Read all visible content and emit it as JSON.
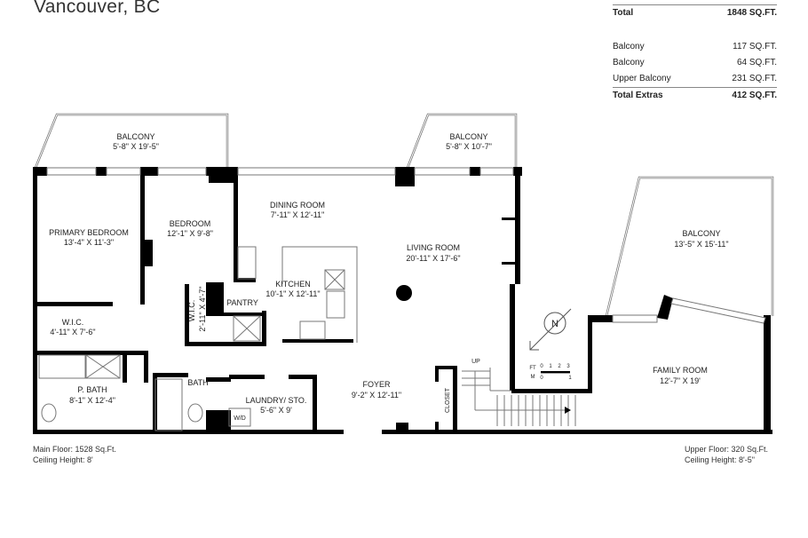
{
  "header": {
    "title": "Vancouver, BC"
  },
  "summary": {
    "total": {
      "label": "Total",
      "value": "1848 SQ.FT."
    },
    "extras": [
      {
        "label": "Balcony",
        "value": "117 SQ.FT."
      },
      {
        "label": "Balcony",
        "value": "64 SQ.FT."
      },
      {
        "label": "Upper Balcony",
        "value": "231 SQ.FT."
      }
    ],
    "total_extras": {
      "label": "Total Extras",
      "value": "412 SQ.FT."
    }
  },
  "rooms": {
    "balcony_left": {
      "name": "BALCONY",
      "dims": "5'-8\" X 19'-5\""
    },
    "balcony_mid": {
      "name": "BALCONY",
      "dims": "5'-8\" X 10'-7\""
    },
    "balcony_upper": {
      "name": "BALCONY",
      "dims": "13'-5\" X 15'-11\""
    },
    "primary_bedroom": {
      "name": "PRIMARY BEDROOM",
      "dims": "13'-4\" X 11'-3\""
    },
    "bedroom": {
      "name": "BEDROOM",
      "dims": "12'-1\" X 9'-8\""
    },
    "dining_room": {
      "name": "DINING ROOM",
      "dims": "7'-11\" X 12'-11\""
    },
    "living_room": {
      "name": "LIVING ROOM",
      "dims": "20'-11\" X 17'-6\""
    },
    "kitchen": {
      "name": "KITCHEN",
      "dims": "10'-1\" X 12'-11\""
    },
    "pantry": {
      "name": "PANTRY"
    },
    "wic_primary": {
      "name": "W.I.C.",
      "dims": "4'-11\" X 7'-6\""
    },
    "wic_bedroom": {
      "name": "W.I.C.",
      "dims": "2'-11\" X 4'-7\""
    },
    "p_bath": {
      "name": "P. BATH",
      "dims": "8'-1\" X 12'-4\""
    },
    "bath": {
      "name": "BATH"
    },
    "laundry": {
      "name": "LAUNDRY/ STO.",
      "dims": "5'-6\" X 9'",
      "appliance": "W/D"
    },
    "foyer": {
      "name": "FOYER",
      "dims": "9'-2\" X 12'-11\""
    },
    "closet": {
      "name": "CLOSET"
    },
    "family_room": {
      "name": "FAMILY ROOM",
      "dims": "12'-7\" X 19'"
    }
  },
  "stairs": {
    "label": "UP"
  },
  "compass": {
    "label": "N"
  },
  "scale": {
    "ft_label": "FT",
    "m_label": "M",
    "ft_ticks": [
      "0",
      "1",
      "2",
      "3"
    ],
    "m_ticks": [
      "0",
      "1"
    ]
  },
  "footer": {
    "main_floor": "Main Floor: 1528 Sq.Ft.",
    "main_ceiling": "Ceiling Height: 8'",
    "upper_floor": "Upper Floor: 320 Sq.Ft.",
    "upper_ceiling": "Ceiling Height: 8'-5\""
  },
  "colors": {
    "wall": "#000000",
    "line": "#555555",
    "text": "#222222"
  }
}
